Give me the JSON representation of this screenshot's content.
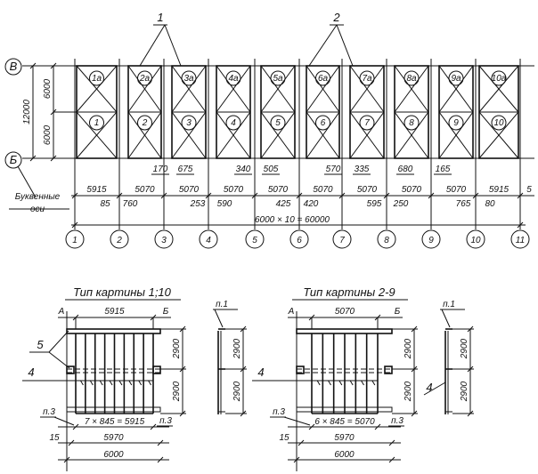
{
  "axes": {
    "letters": [
      "В",
      "Б"
    ],
    "numbers": [
      "1",
      "2",
      "3",
      "4",
      "5",
      "6",
      "7",
      "8",
      "9",
      "10",
      "11"
    ],
    "caption": [
      "Буквенные",
      "оси"
    ]
  },
  "panels": {
    "top": [
      "1а",
      "2а",
      "3а",
      "4а",
      "5а",
      "6а",
      "7а",
      "8а",
      "9а",
      "10а"
    ],
    "bottom": [
      "1",
      "2",
      "3",
      "4",
      "5",
      "6",
      "7",
      "8",
      "9",
      "10"
    ]
  },
  "leaders": [
    "1",
    "2"
  ],
  "dims": {
    "height_total": "12000",
    "height_upper": "6000",
    "height_lower": "6000",
    "panel_widths": [
      "5915",
      "5070",
      "5070",
      "5070",
      "5070",
      "5070",
      "5070",
      "5070",
      "5070",
      "5915"
    ],
    "offsets_upper": [
      "170",
      "675",
      "340",
      "505",
      "570",
      "335",
      "680",
      "165"
    ],
    "offsets_lower": [
      "85",
      "760",
      "253",
      "590",
      "425",
      "420",
      "595",
      "250",
      "765",
      "80"
    ],
    "end": "5",
    "total": "6000 × 10 = 60000"
  },
  "details": [
    {
      "title": "Тип картины 1;10",
      "left": "А",
      "right": "Б",
      "top_dim": "5915",
      "heights": [
        "2900",
        "2900"
      ],
      "bars_dim": "7 × 845 = 5915",
      "offset": "15",
      "inner": "5970",
      "overall": "6000",
      "labels": {
        "bolt": "5",
        "brace": "4",
        "note3": "п.3",
        "note1": "п.1"
      },
      "side_heights": [
        "2900",
        "2900"
      ]
    },
    {
      "title": "Тип картины 2-9",
      "left": "А",
      "right": "Б",
      "top_dim": "5070",
      "heights": [
        "2900",
        "2900"
      ],
      "bars_dim": "6 × 845 = 5070",
      "offset": "15",
      "inner": "5970",
      "overall": "6000",
      "labels": {
        "brace": "4",
        "note3": "п.3",
        "note1": "п.1"
      },
      "side_heights": [
        "2900",
        "2900"
      ]
    }
  ]
}
